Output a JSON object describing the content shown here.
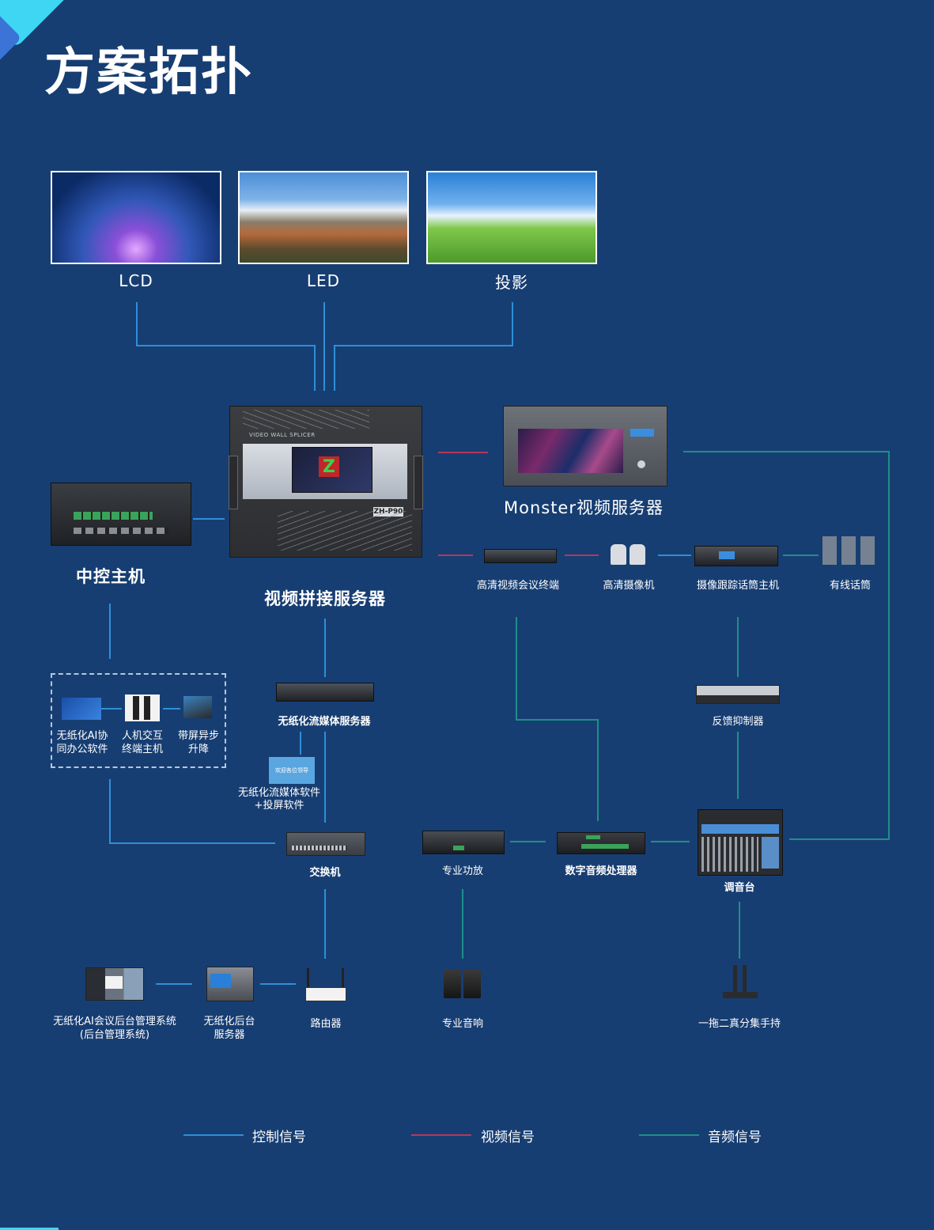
{
  "page": {
    "title": "方案拓扑"
  },
  "displays": [
    {
      "label": "LCD"
    },
    {
      "label": "LED"
    },
    {
      "label": "投影"
    }
  ],
  "devices": {
    "video_wall_splicer": {
      "label": "视频拼接服务器",
      "brand_text": "VIDEO WALL SPLICER",
      "model": "ZH-P90"
    },
    "monster_server": {
      "label": "Monster视频服务器"
    },
    "central_control": {
      "label": "中控主机"
    },
    "hd_terminal": {
      "label": "高清视频会议终端"
    },
    "hd_camera": {
      "label": "高清摄像机"
    },
    "tracking_host": {
      "label": "摄像跟踪话筒主机"
    },
    "wired_mic": {
      "label": "有线话筒"
    },
    "streaming_server": {
      "label": "无纸化流媒体服务器"
    },
    "streaming_software": {
      "label_line1": "无纸化流媒体软件",
      "label_line2": "+投屏软件",
      "screen_text": "欢迎各位领导"
    },
    "feedback_suppressor": {
      "label": "反馈抑制器"
    },
    "switch": {
      "label": "交换机"
    },
    "amplifier": {
      "label": "专业功放"
    },
    "dsp": {
      "label": "数字音频处理器"
    },
    "mixer": {
      "label": "调音台"
    },
    "backend_system": {
      "label_line1": "无纸化AI会议后台管理系统",
      "label_line2": "(后台管理系统)"
    },
    "backend_server": {
      "label_line1": "无纸化后台",
      "label_line2": "服务器"
    },
    "router": {
      "label": "路由器"
    },
    "speakers": {
      "label": "专业音响"
    },
    "wireless_mic": {
      "label": "一拖二真分集手持"
    }
  },
  "paperless_group": [
    {
      "line1": "无纸化AI协",
      "line2": "同办公软件"
    },
    {
      "line1": "人机交互",
      "line2": "终端主机"
    },
    {
      "line1": "带屏异步",
      "line2": "升降"
    }
  ],
  "legend": [
    {
      "label": "控制信号",
      "color": "#2e8fd8"
    },
    {
      "label": "视频信号",
      "color": "#b8365c"
    },
    {
      "label": "音频信号",
      "color": "#1e8f88"
    }
  ],
  "colors": {
    "background": "#173e72",
    "control": "#2e8fd8",
    "video": "#b8365c",
    "audio": "#1e8f88",
    "accent": "#3fd6f3"
  }
}
